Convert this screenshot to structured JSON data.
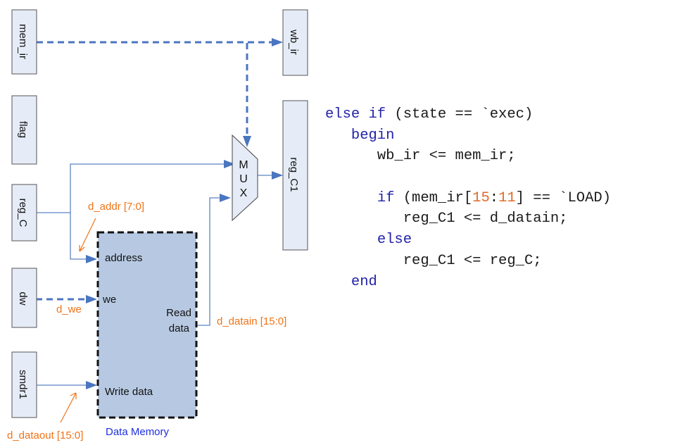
{
  "registers": {
    "mem_ir": "mem_ir",
    "flag": "flag",
    "reg_C": "reg_C",
    "dw": "dw",
    "smdr1": "smdr1",
    "wb_ir": "wb_ir",
    "reg_C1": "reg_C1"
  },
  "mux": {
    "letters": [
      "M",
      "U",
      "X"
    ]
  },
  "data_memory": {
    "title": "Data Memory",
    "ports": {
      "address": "address",
      "we": "we",
      "read_data_line1": "Read",
      "read_data_line2": "data",
      "write_data": "Write data"
    }
  },
  "signals": {
    "d_addr": "d_addr [7:0]",
    "d_we": "d_we",
    "d_datain": "d_datain [15:0]",
    "d_dataout": "d_dataout [15:0]"
  },
  "colors": {
    "wire": "#4a76c0",
    "signal_label": "#f07318",
    "memory_fill": "#b7c9e2",
    "register_fill": "#e6ecf7",
    "memory_title": "#1f2fe0",
    "code_keyword": "#2323a8",
    "code_number": "#e06b2a"
  },
  "code": {
    "lines": [
      {
        "indent": "",
        "parts": [
          {
            "t": "else if",
            "c": "kw"
          },
          {
            "t": " (state == `exec)",
            "c": ""
          }
        ]
      },
      {
        "indent": "   ",
        "parts": [
          {
            "t": "begin",
            "c": "kw"
          }
        ]
      },
      {
        "indent": "      ",
        "parts": [
          {
            "t": "wb_ir <= mem_ir;",
            "c": ""
          }
        ]
      },
      {
        "indent": "",
        "parts": []
      },
      {
        "indent": "      ",
        "parts": [
          {
            "t": "if",
            "c": "kw"
          },
          {
            "t": " (mem_ir[",
            "c": ""
          },
          {
            "t": "15",
            "c": "num"
          },
          {
            "t": ":",
            "c": ""
          },
          {
            "t": "11",
            "c": "num"
          },
          {
            "t": "] == `LOAD)",
            "c": ""
          }
        ]
      },
      {
        "indent": "         ",
        "parts": [
          {
            "t": "reg_C1 <= d_datain;",
            "c": ""
          }
        ]
      },
      {
        "indent": "      ",
        "parts": [
          {
            "t": "else",
            "c": "kw"
          }
        ]
      },
      {
        "indent": "         ",
        "parts": [
          {
            "t": "reg_C1 <= reg_C;",
            "c": ""
          }
        ]
      },
      {
        "indent": "   ",
        "parts": [
          {
            "t": "end",
            "c": "kw"
          }
        ]
      }
    ]
  }
}
